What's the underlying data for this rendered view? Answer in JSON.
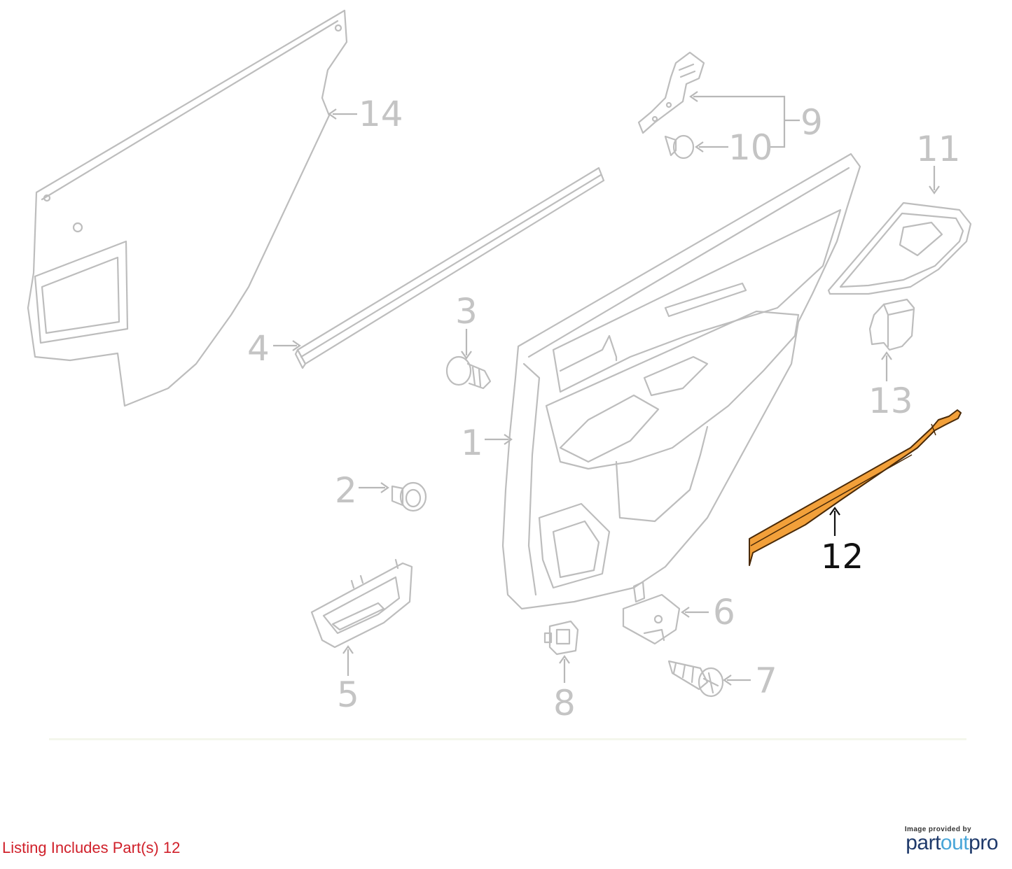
{
  "callouts": {
    "c1": "1",
    "c2": "2",
    "c3": "3",
    "c4": "4",
    "c5": "5",
    "c6": "6",
    "c7": "7",
    "c8": "8",
    "c9": "9",
    "c10": "10",
    "c11": "11",
    "c12": "12",
    "c13": "13",
    "c14": "14"
  },
  "highlighted_part": "12",
  "caption": "Listing Includes Part(s)  12",
  "credit": {
    "provided_by": "Image provided by",
    "brand_part": "part",
    "brand_out": "out",
    "brand_pro": "pro"
  },
  "colors": {
    "highlight_fill": "#F2A03A",
    "ghost_stroke": "#BDBDBD",
    "caption_text": "#D0202A",
    "brand_dark": "#1F3A6B",
    "brand_accent": "#4AA6D8"
  }
}
